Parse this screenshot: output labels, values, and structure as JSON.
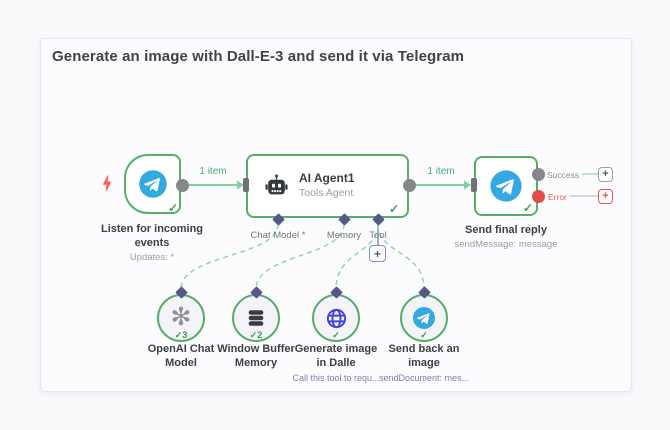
{
  "workflow": {
    "title": "Generate an image with Dall-E-3 and send it via Telegram"
  },
  "icons": {
    "check": "✓",
    "plus": "+",
    "openai": "✻"
  },
  "nodes": {
    "trigger": {
      "label": "Listen for incoming events",
      "subtitle": "Updates: *"
    },
    "agent": {
      "title": "AI Agent1",
      "subtitle": "Tools Agent",
      "ports": [
        {
          "label": "Chat Model",
          "required": "*"
        },
        {
          "label": "Memory"
        },
        {
          "label": "Tool"
        }
      ]
    },
    "reply": {
      "label": "Send final reply",
      "subtitle": "sendMessage: message",
      "success_label": "Success",
      "error_label": "Error"
    },
    "subnodes": [
      {
        "label": "OpenAI Chat Model",
        "runs": "3"
      },
      {
        "label": "Window Buffer Memory",
        "runs": "2"
      },
      {
        "label": "Generate image in Dalle",
        "subtitle": "Call this tool to requ..."
      },
      {
        "label": "Send back an image",
        "subtitle": "sendDocument: mes..."
      }
    ]
  },
  "connections": {
    "trigger_to_agent": "1 item",
    "agent_to_reply": "1 item"
  },
  "colors": {
    "node_border": "#58ae68",
    "connection_green": "#7fcf9f",
    "dashed_green": "#90d6aa",
    "port_purple": "#57578c",
    "telegram_blue": "#34a8e0",
    "globe_indigo": "#4343d8",
    "error_red": "#e05656",
    "check_green": "#3fa34d",
    "bolt_red": "#ff5f4e"
  }
}
